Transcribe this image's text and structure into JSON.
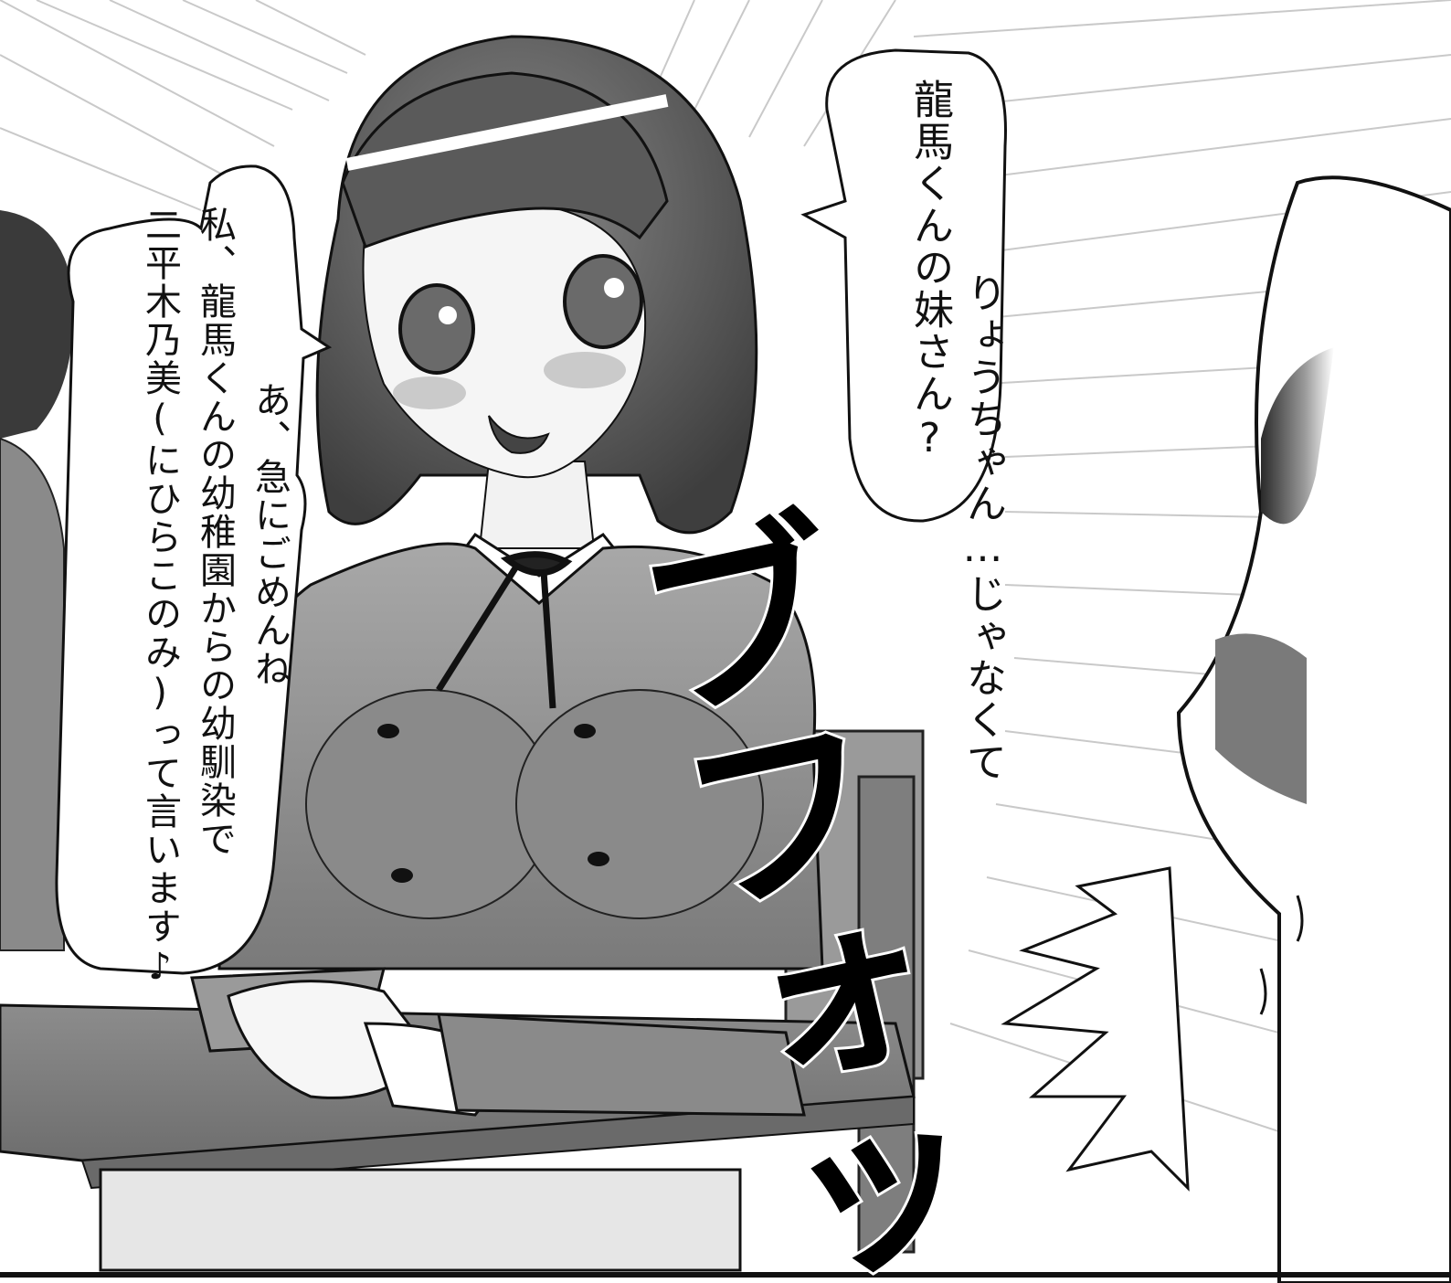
{
  "panel": {
    "colors": {
      "background": "#ffffff",
      "ink": "#111111",
      "shade_light": "#cfcfcf",
      "shade_mid": "#9a9a9a",
      "shade_dark": "#4a4a4a",
      "hair": "#5a5a5a"
    }
  },
  "bubbles": {
    "right": {
      "line1": "りょうちゃん…じゃなくて",
      "line2": "龍馬くんの妹さん?"
    },
    "left": {
      "line1": "あ、急にごめんね",
      "line2": "私、龍馬くんの幼稚園からの幼馴染で",
      "line3": "二平木乃美(にひらこのみ)って言います♪"
    }
  },
  "sfx": {
    "text": "ブフォッ!!"
  }
}
